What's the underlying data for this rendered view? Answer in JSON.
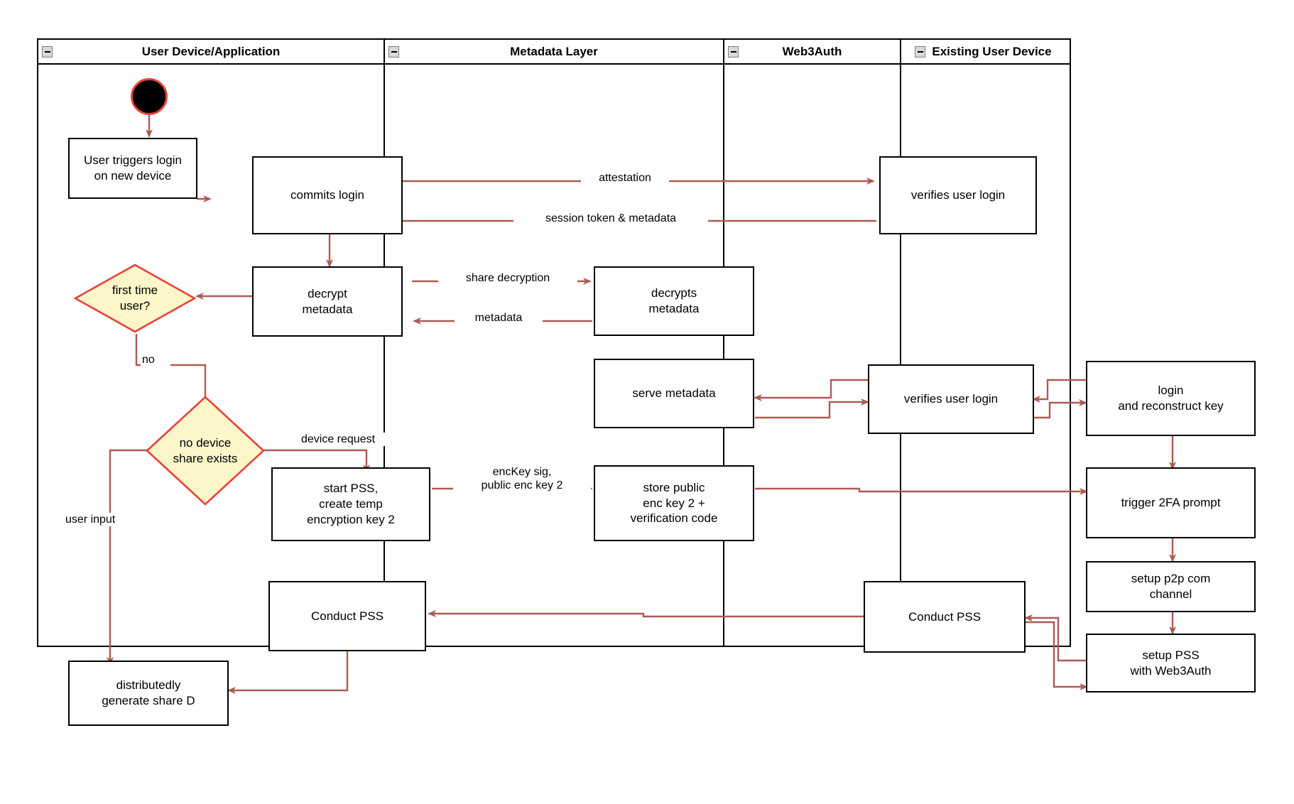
{
  "diagram": {
    "title": "Web3Auth new-device login activity diagram",
    "accent_arrow_color": "#ad5b55",
    "node_border_color": "#000000",
    "decision_fill": "#fdf6c8",
    "decision_border": "#e8413a",
    "start_node_fill": "#000000",
    "start_node_border": "#e8413a"
  },
  "lanes": [
    {
      "id": "lane-user-device",
      "label": "User Device/Application",
      "collapse_icon": "minus-box-icon"
    },
    {
      "id": "lane-metadata",
      "label": "Metadata Layer",
      "collapse_icon": "minus-box-icon"
    },
    {
      "id": "lane-web3auth",
      "label": "Web3Auth",
      "collapse_icon": "minus-box-icon"
    },
    {
      "id": "lane-existing-device",
      "label": "Existing User Device",
      "collapse_icon": "minus-box-icon"
    }
  ],
  "nodes": [
    {
      "id": "start",
      "type": "start",
      "label": ""
    },
    {
      "id": "user-triggers-login",
      "type": "activity",
      "lane": "lane-user-device",
      "label": "User triggers login\non new device"
    },
    {
      "id": "commits-login",
      "type": "activity",
      "lane": "lane-user-device",
      "label": "commits login"
    },
    {
      "id": "decrypt-metadata",
      "type": "activity",
      "lane": "lane-user-device",
      "label": "decrypt\nmetadata"
    },
    {
      "id": "first-time-user",
      "type": "decision",
      "lane": "lane-user-device",
      "label": "first time\nuser?"
    },
    {
      "id": "no-device-share-exists",
      "type": "decision",
      "lane": "lane-user-device",
      "label": "no device\nshare exists"
    },
    {
      "id": "start-pss",
      "type": "activity",
      "lane": "lane-user-device",
      "label": "start PSS,\ncreate temp\nencryption key 2"
    },
    {
      "id": "conduct-pss-user",
      "type": "activity",
      "lane": "lane-user-device",
      "label": "Conduct PSS"
    },
    {
      "id": "distributedly-generate-share-d",
      "type": "activity",
      "lane": "lane-user-device",
      "label": "distributedly\ngenerate share D"
    },
    {
      "id": "decrypts-metadata",
      "type": "activity",
      "lane": "lane-metadata",
      "label": "decrypts\nmetadata"
    },
    {
      "id": "serve-metadata",
      "type": "activity",
      "lane": "lane-metadata",
      "label": "serve metadata"
    },
    {
      "id": "store-public-enc-key",
      "type": "activity",
      "lane": "lane-metadata",
      "label": "store public\nenc key 2 +\nverification code"
    },
    {
      "id": "verifies-user-login-1",
      "type": "activity",
      "lane": "lane-web3auth",
      "label": "verifies user login"
    },
    {
      "id": "verifies-user-login-2",
      "type": "activity",
      "lane": "lane-web3auth",
      "label": "verifies user login"
    },
    {
      "id": "conduct-pss-web3auth",
      "type": "activity",
      "lane": "lane-web3auth",
      "label": "Conduct PSS"
    },
    {
      "id": "login-and-reconstruct-key",
      "type": "activity",
      "lane": "lane-existing-device",
      "label": "login\nand reconstruct key"
    },
    {
      "id": "trigger-2fa-prompt",
      "type": "activity",
      "lane": "lane-existing-device",
      "label": "trigger 2FA prompt"
    },
    {
      "id": "setup-p2p-com-channel",
      "type": "activity",
      "lane": "lane-existing-device",
      "label": "setup p2p com\nchannel"
    },
    {
      "id": "setup-pss-with-web3auth",
      "type": "activity",
      "lane": "lane-existing-device",
      "label": "setup PSS\nwith Web3Auth"
    }
  ],
  "edge_labels": [
    {
      "id": "edge-attestation",
      "label": "attestation"
    },
    {
      "id": "edge-session-token",
      "label": "session token & metadata"
    },
    {
      "id": "edge-share-decryption",
      "label": "share decryption"
    },
    {
      "id": "edge-metadata",
      "label": "metadata"
    },
    {
      "id": "edge-no",
      "label": "no"
    },
    {
      "id": "edge-device-request",
      "label": "device request"
    },
    {
      "id": "edge-user-input",
      "label": "user input"
    },
    {
      "id": "edge-enckey-sig",
      "label": "encKey sig,\npublic enc key 2"
    }
  ]
}
